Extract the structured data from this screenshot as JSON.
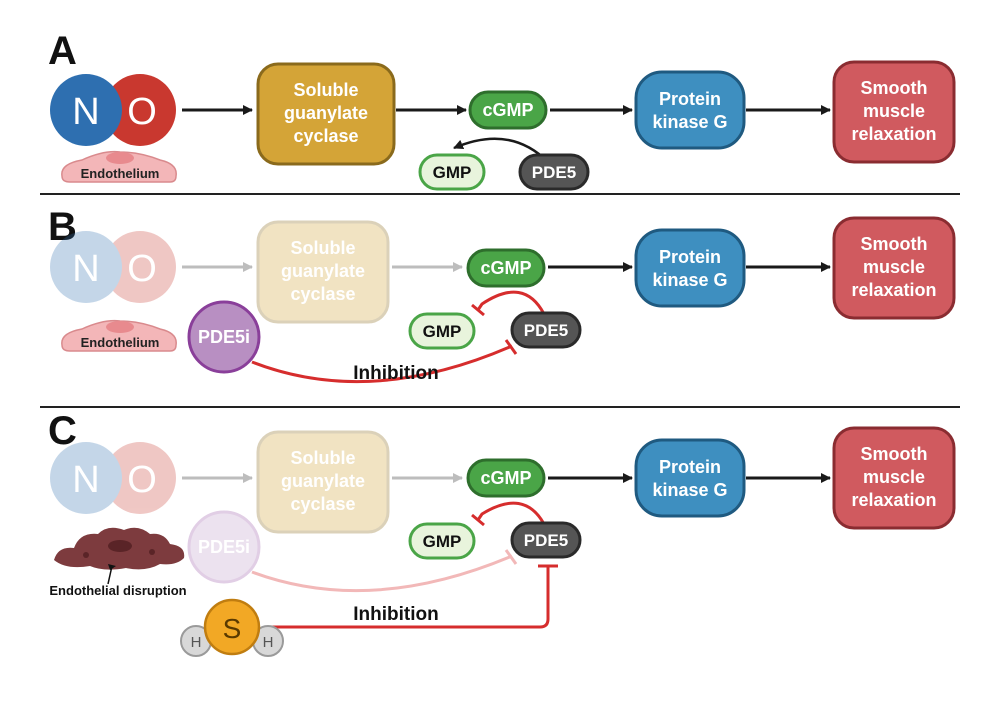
{
  "panels": [
    {
      "letter": "A",
      "n": "N",
      "o": "O",
      "endothelium": "Endothelium",
      "sgc": [
        "Soluble",
        "guanylate",
        "cyclase"
      ],
      "cgmp": "cGMP",
      "gmp": "GMP",
      "pde5": "PDE5",
      "pkg": [
        "Protein",
        "kinase G"
      ],
      "smr": [
        "Smooth",
        "muscle",
        "relaxation"
      ]
    },
    {
      "letter": "B",
      "n": "N",
      "o": "O",
      "endothelium": "Endothelium",
      "sgc": [
        "Soluble",
        "guanylate",
        "cyclase"
      ],
      "cgmp": "cGMP",
      "gmp": "GMP",
      "pde5": "PDE5",
      "pde5i": "PDE5i",
      "pkg": [
        "Protein",
        "kinase G"
      ],
      "smr": [
        "Smooth",
        "muscle",
        "relaxation"
      ],
      "inhibition": "Inhibition"
    },
    {
      "letter": "C",
      "n": "N",
      "o": "O",
      "disruption": "Endothelial disruption",
      "sgc": [
        "Soluble",
        "guanylate",
        "cyclase"
      ],
      "cgmp": "cGMP",
      "gmp": "GMP",
      "pde5": "PDE5",
      "pde5i": "PDE5i",
      "pkg": [
        "Protein",
        "kinase G"
      ],
      "smr": [
        "Smooth",
        "muscle",
        "relaxation"
      ],
      "inhibition": "Inhibition",
      "h2s": {
        "s": "S",
        "h1": "H",
        "h2": "H"
      }
    }
  ],
  "colors": {
    "no_n": "#2e6fb0",
    "no_o": "#c9382f",
    "sgc": "#d4a437",
    "cgmp": "#4aa547",
    "pkg": "#3e8fc0",
    "smr": "#d05a5f",
    "pde5": "#555555",
    "pde5i": "#b88fc2",
    "gmp_fill": "#e8f4dc",
    "inhibit": "#d62d2d",
    "sulfur": "#f2a825",
    "endothelium": "#f3b6b8",
    "disruption": "#7d3b3e"
  }
}
